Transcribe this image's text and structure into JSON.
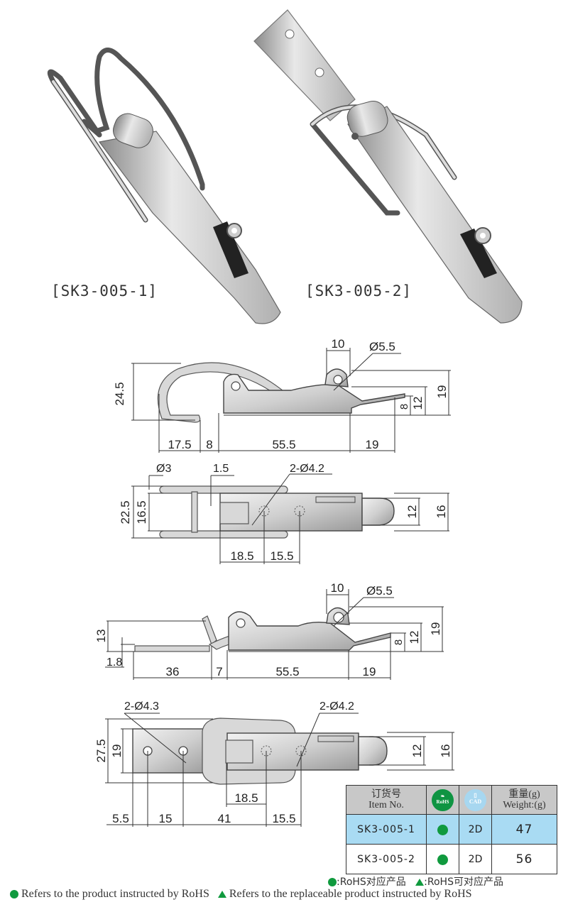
{
  "products": [
    {
      "label": "[SK3-005-1]"
    },
    {
      "label": "[SK3-005-2]"
    }
  ],
  "drawing1_side": {
    "dims": {
      "height_total": "24.5",
      "hole_spacing": "10",
      "hole_dia": "Ø5.5",
      "h_8": "8",
      "h_12": "12",
      "h_19": "19",
      "w_17_5": "17.5",
      "w_8": "8",
      "w_55_5": "55.5",
      "w_19": "19"
    }
  },
  "drawing1_top": {
    "dims": {
      "wire_dia": "Ø3",
      "gap": "1.5",
      "holes": "2-Ø4.2",
      "w_22_5": "22.5",
      "w_16_5": "16.5",
      "w_12": "12",
      "w_16": "16",
      "l_18_5": "18.5",
      "l_15_5": "15.5"
    }
  },
  "drawing2_side": {
    "dims": {
      "hole_spacing": "10",
      "hole_dia": "Ø5.5",
      "h_13": "13",
      "h_1_8": "1.8",
      "h_8": "8",
      "h_12": "12",
      "h_19": "19",
      "w_36": "36",
      "w_7": "7",
      "w_55_5": "55.5",
      "w_19": "19"
    }
  },
  "drawing2_top": {
    "dims": {
      "holes_left": "2-Ø4.3",
      "holes_right": "2-Ø4.2",
      "w_27_5": "27.5",
      "w_19": "19",
      "w_12": "12",
      "w_16": "16",
      "l_18_5": "18.5",
      "l_5_5": "5.5",
      "l_15": "15",
      "l_41": "41",
      "l_15_5": "15.5"
    }
  },
  "table": {
    "headers": {
      "item_cn": "订货号",
      "item_en": "Item No.",
      "rohs": "RoHS",
      "cad": "CAD",
      "weight_cn": "重量(g)",
      "weight_en": "Weight:(g)"
    },
    "rows": [
      {
        "item": "SK3-005-1",
        "rohs": "●",
        "cad": "2D",
        "weight": "47"
      },
      {
        "item": "SK3-005-2",
        "rohs": "●",
        "cad": "2D",
        "weight": "56"
      }
    ]
  },
  "legend": {
    "cn_circle": ":RoHS对应产品",
    "cn_triangle": ":RoHS可对应产品",
    "en_circle": "Refers to the product instructed by RoHS",
    "en_triangle": "Refers to the replaceable product instructed by RoHS"
  },
  "colors": {
    "rohs_green": "#109a3e",
    "row_highlight": "#a9dbf3",
    "header_gray": "#c8c8c8"
  }
}
